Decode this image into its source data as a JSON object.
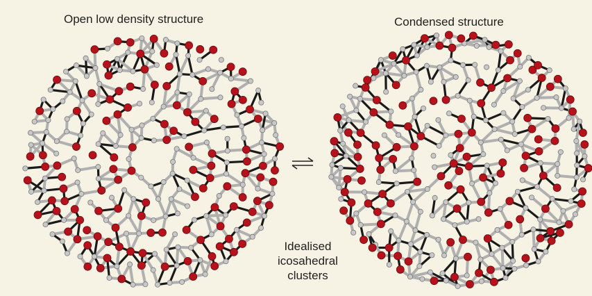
{
  "labels": {
    "left_title": "Open low density structure",
    "right_title": "Condensed structure",
    "note_lines": [
      "Idealised",
      "icosahedral",
      "clusters"
    ]
  },
  "icons": {
    "equilibrium": "equilibrium-arrows-icon"
  },
  "colors": {
    "background": "#f6f3e4",
    "oxygen": "#b5121b",
    "hydrogen": "#c8c8c8",
    "bond_dark": "#1a1a1a",
    "bond_light": "#b0b0b0"
  }
}
